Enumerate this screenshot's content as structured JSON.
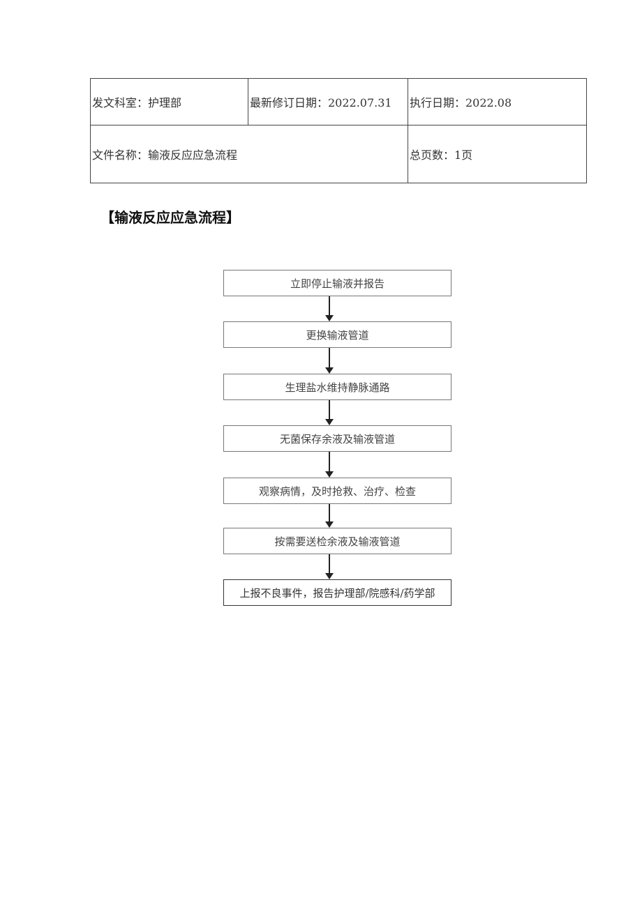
{
  "header_table": {
    "row1": {
      "department": "发文科室：护理部",
      "revision_date": "最新修订日期：2022.07.31",
      "effective_date": "执行日期：2022.08"
    },
    "row2": {
      "file_name": "文件名称：输液反应应急流程",
      "total_pages": "总页数：1页"
    }
  },
  "section_title": "【输液反应应急流程】",
  "flowchart": {
    "steps": [
      "立即停止输液并报告",
      "更换输液管道",
      "生理盐水维持静脉通路",
      "无菌保存余液及输液管道",
      "观察病情，及时抢救、治疗、检查",
      "按需要送检余液及输液管道",
      "上报不良事件，报告护理部/院感科/药学部"
    ]
  }
}
